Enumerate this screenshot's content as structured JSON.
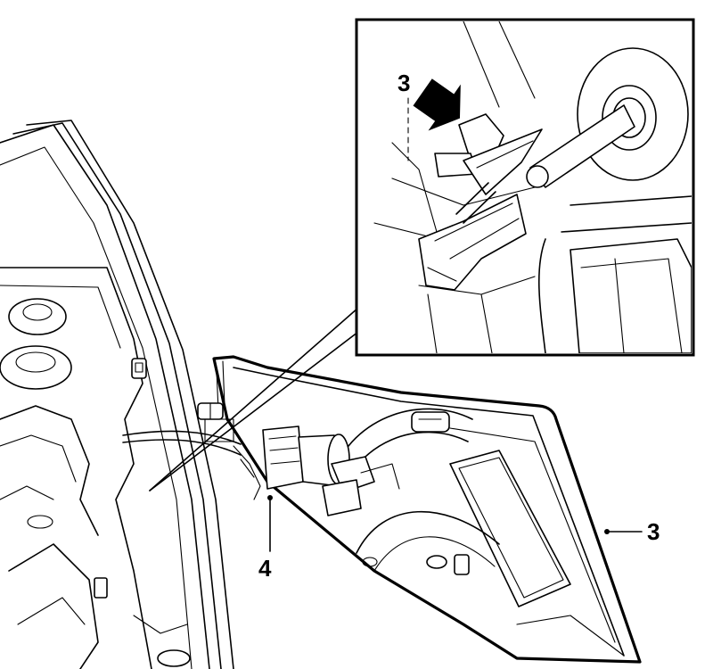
{
  "callouts": {
    "inset_arrow_label": "3",
    "lamp_label": "3",
    "connector_label": "4"
  },
  "colors": {
    "line": "#000000",
    "background": "#ffffff"
  }
}
